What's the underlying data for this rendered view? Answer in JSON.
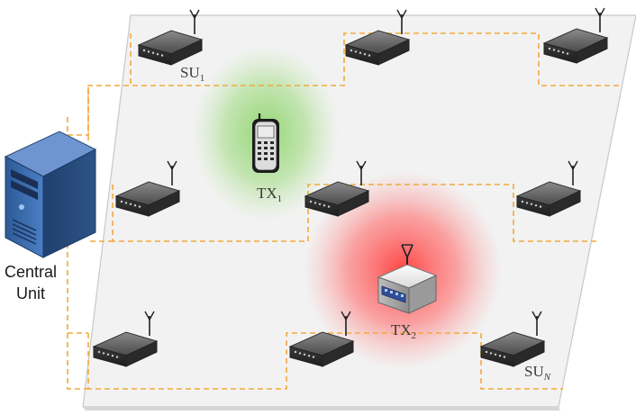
{
  "labels": {
    "central_unit_line1": "Central",
    "central_unit_line2": "Unit",
    "su1_base": "SU",
    "su1_sub": "1",
    "sun_base": "SU",
    "sun_sub": "N",
    "tx1_base": "TX",
    "tx1_sub": "1",
    "tx2_base": "TX",
    "tx2_sub": "2"
  },
  "colors": {
    "plane_fill": "#f2f2f2",
    "plane_edge": "#c8c8c8",
    "link_dashed": "#f2a93b",
    "tx1_zone": "#7fd05a",
    "tx2_zone": "#ff4b4b",
    "server_blue": "#3566a8"
  },
  "nodes": {
    "secondary_users": [
      "router-icon",
      "router-icon",
      "router-icon",
      "router-icon",
      "router-icon",
      "router-icon",
      "router-icon",
      "router-icon",
      "router-icon"
    ],
    "tx1_icon": "mobile-phone-icon",
    "tx2_icon": "base-station-icon",
    "central_icon": "server-tower-icon"
  }
}
